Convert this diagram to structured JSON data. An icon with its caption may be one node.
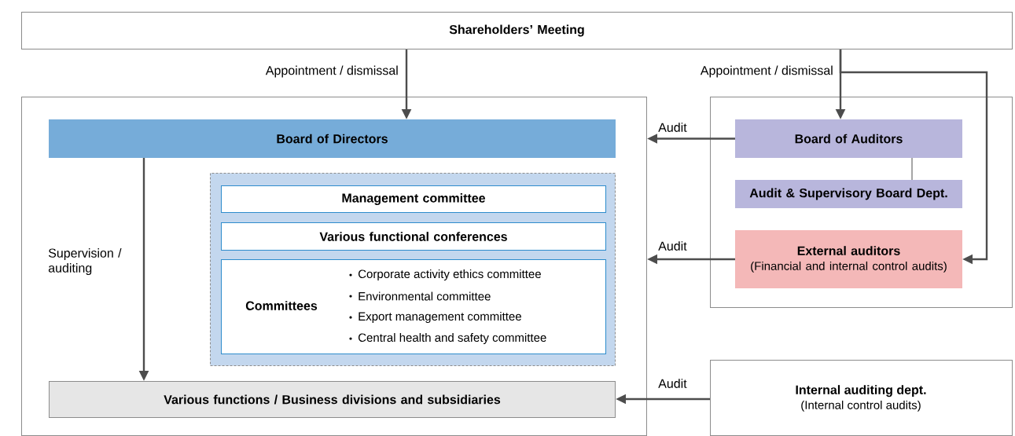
{
  "diagram": {
    "nodes": [
      {
        "text": [
          "Shareholders’ Meeting"
        ]
      },
      {
        "text": [],
        "shape": "box"
      },
      {
        "text": [
          "Board of Directors"
        ],
        "in": 1
      },
      {
        "text": [],
        "shape": "box",
        "in": 1
      },
      {
        "text": [
          "Management committee"
        ],
        "in": 3
      },
      {
        "text": [
          "Various functional conferences"
        ],
        "in": 3
      },
      {
        "text": [
          "Committees",
          "Corporate activity ethics committee",
          "Environmental committee",
          "Export management committee",
          "Central health and safety committee"
        ],
        "in": 3
      },
      {
        "text": [
          "Various functions / Business divisions and subsidiaries"
        ],
        "in": 1
      },
      {
        "text": [],
        "shape": "box"
      },
      {
        "text": [
          "Board of Auditors"
        ],
        "in": 8
      },
      {
        "text": [
          "Audit & Supervisory Board Dept."
        ],
        "in": 8
      },
      {
        "text": [
          "External auditors",
          "(Financial and internal control audits)"
        ],
        "in": 8
      },
      {
        "text": [
          "Internal auditing dept.",
          "(Internal control audits)"
        ]
      }
    ],
    "edges": [
      {
        "from": 0,
        "to": 2,
        "arrow": "to",
        "label": "Appointment / dismissal"
      },
      {
        "from": 0,
        "to": 9,
        "arrow": "to",
        "label": "Appointment / dismissal"
      },
      {
        "from": 0,
        "to": 11,
        "arrow": "to"
      },
      {
        "from": 9,
        "to": 1,
        "arrow": "to",
        "label": "Audit"
      },
      {
        "from": 11,
        "to": 1,
        "arrow": "to",
        "label": "Audit"
      },
      {
        "from": 12,
        "to": 7,
        "arrow": "to",
        "label": "Audit"
      },
      {
        "from": 2,
        "to": 7,
        "arrow": "to",
        "label": "Supervision / auditing"
      },
      {
        "from": 9,
        "to": 10,
        "arrow": "none"
      }
    ]
  }
}
